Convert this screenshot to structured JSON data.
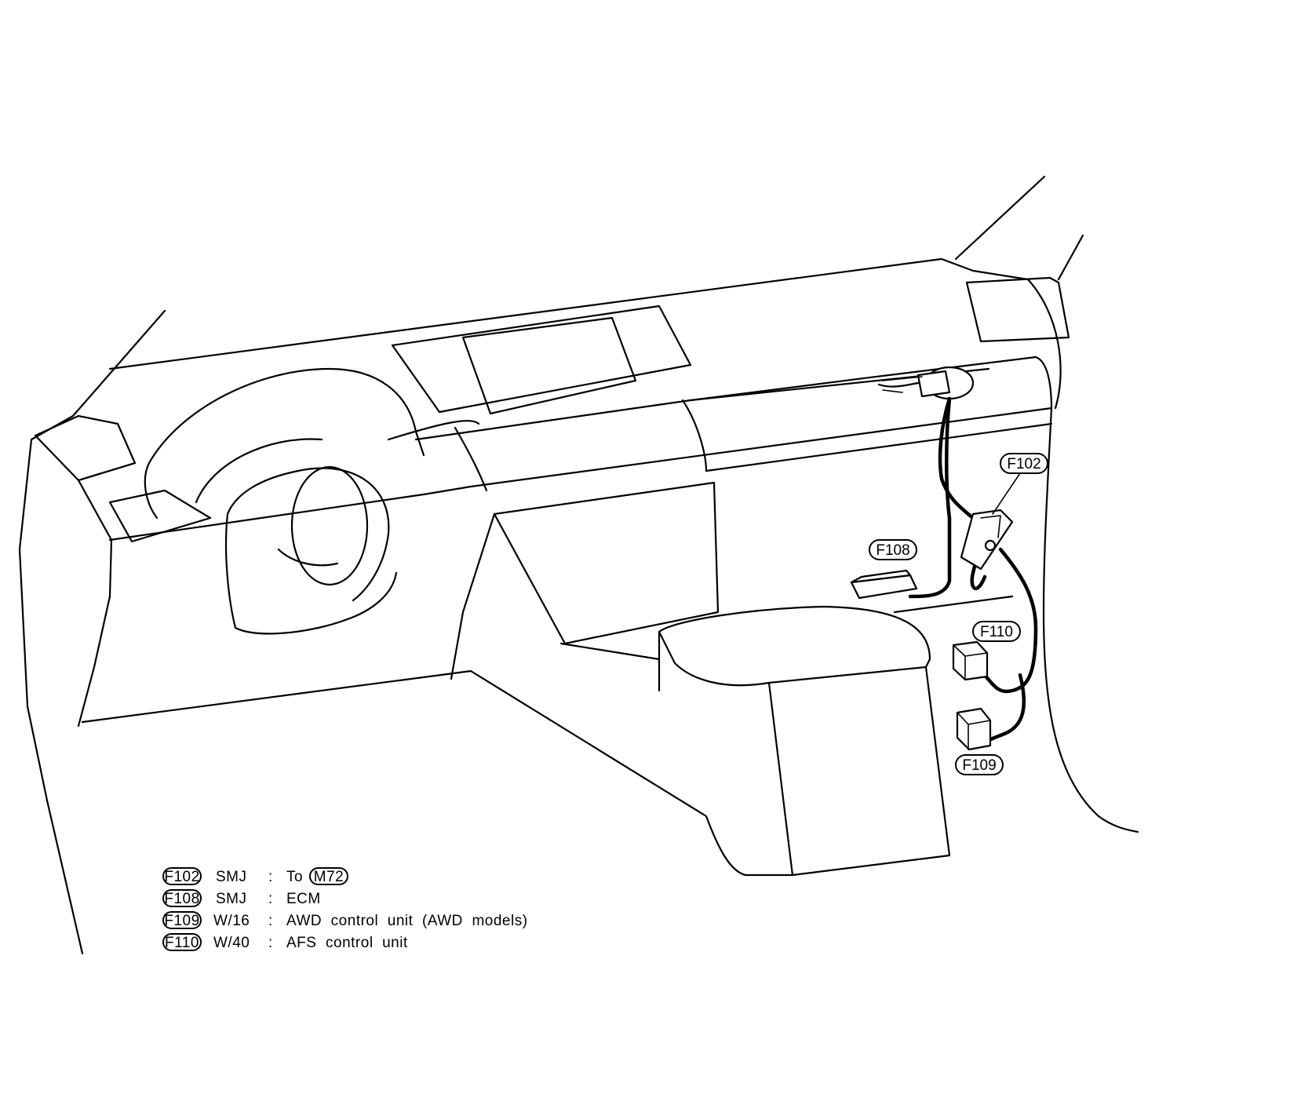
{
  "callouts": {
    "f102": "F102",
    "f108": "F108",
    "f110": "F110",
    "f109": "F109"
  },
  "legend": [
    {
      "code": "F102",
      "type": "SMJ",
      "sep": ":",
      "desc": "To",
      "ref": "M72"
    },
    {
      "code": "F108",
      "type": "SMJ",
      "sep": ":",
      "desc": "ECM"
    },
    {
      "code": "F109",
      "type": "W/16",
      "sep": ":",
      "desc": "AWD  control  unit  (AWD  models)"
    },
    {
      "code": "F110",
      "type": "W/40",
      "sep": ":",
      "desc": "AFS  control  unit"
    }
  ]
}
